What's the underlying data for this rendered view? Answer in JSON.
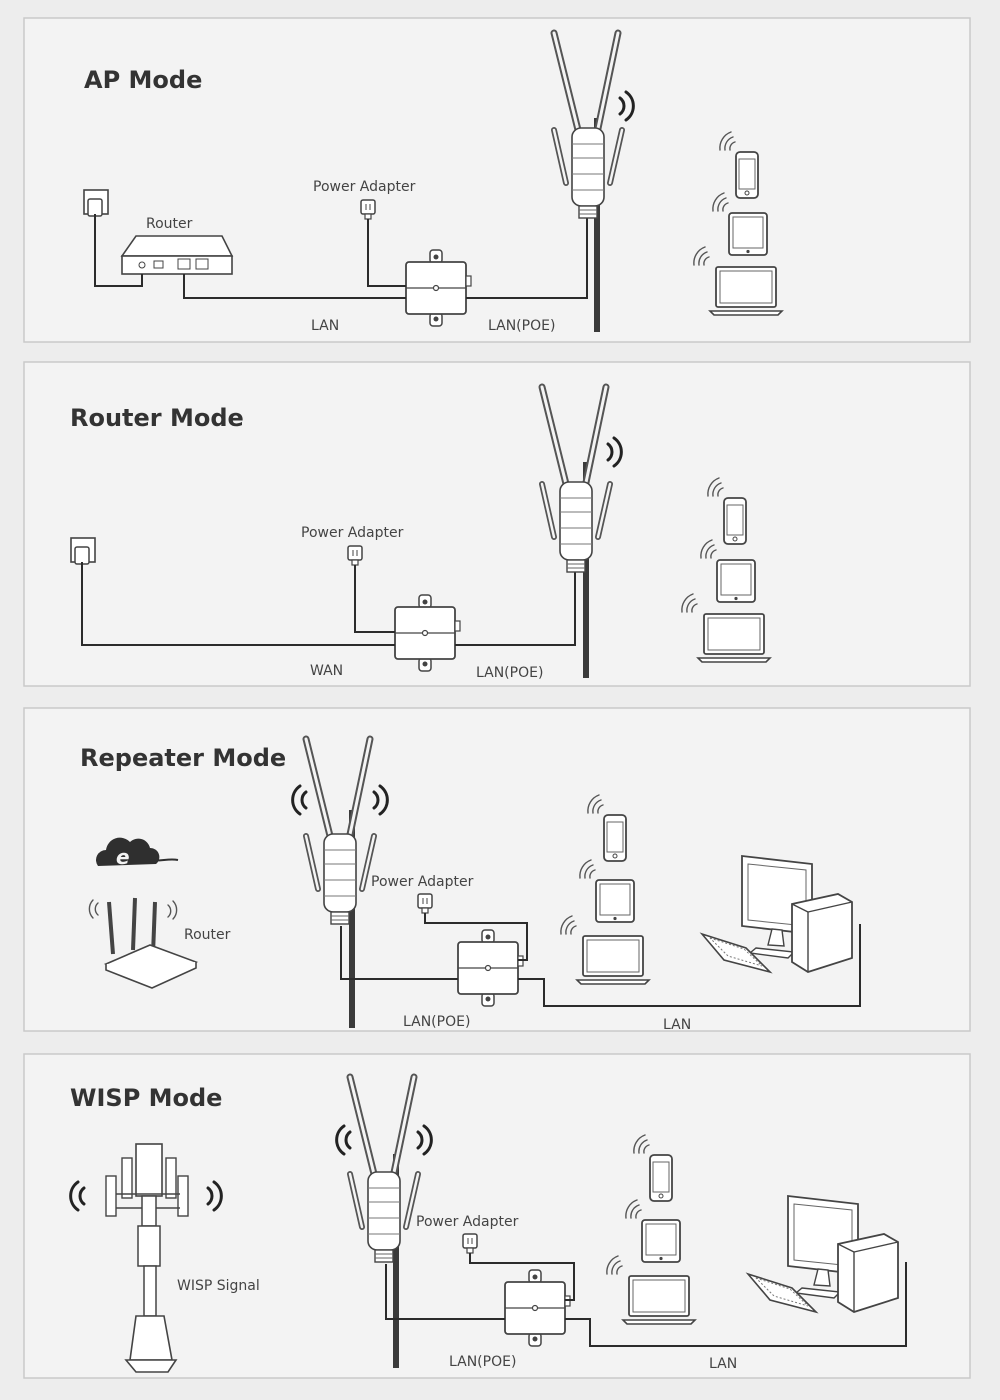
{
  "panels": [
    {
      "id": "ap",
      "title": "AP Mode",
      "labels": {
        "power_adapter": "Power Adapter",
        "router": "Router",
        "lan": "LAN",
        "lan_poe": "LAN(POE)"
      }
    },
    {
      "id": "router",
      "title": "Router Mode",
      "labels": {
        "power_adapter": "Power Adapter",
        "wan": "WAN",
        "lan_poe": "LAN(POE)"
      }
    },
    {
      "id": "repeater",
      "title": "Repeater  Mode",
      "labels": {
        "power_adapter": "Power Adapter",
        "router": "Router",
        "lan_poe": "LAN(POE)",
        "lan": "LAN"
      }
    },
    {
      "id": "wisp",
      "title": "WISP Mode",
      "labels": {
        "power_adapter": "Power Adapter",
        "wisp_signal": "WISP Signal",
        "lan_poe": "LAN(POE)",
        "lan": "LAN"
      }
    }
  ],
  "icons": [
    "wall-socket-icon",
    "router-icon",
    "power-adapter-icon",
    "poe-injector-icon",
    "outdoor-access-point-icon",
    "smartphone-icon",
    "tablet-icon",
    "laptop-icon",
    "desktop-computer-icon",
    "internet-cloud-icon",
    "cell-tower-icon",
    "wireless-signal-icon"
  ],
  "colors": {
    "background": "#ededed",
    "panel": "#f3f3f3",
    "line": "#2b2b2b",
    "text": "#333333"
  }
}
